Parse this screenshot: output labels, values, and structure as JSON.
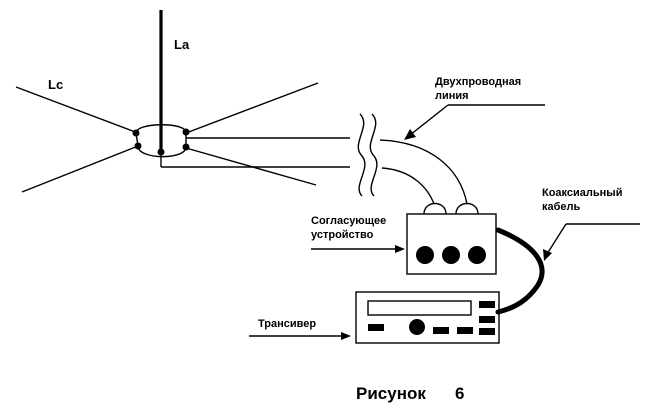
{
  "labels": {
    "lc": "Lc",
    "la": "La",
    "two_wire_line": [
      "Двухпроводная",
      "линия"
    ],
    "matching_device": [
      "Согласующее",
      "устройство"
    ],
    "coax_cable": [
      "Коаксиальный",
      "кабель"
    ],
    "transceiver": "Трансивер"
  },
  "caption": {
    "word": "Рисунок",
    "number": "6"
  }
}
